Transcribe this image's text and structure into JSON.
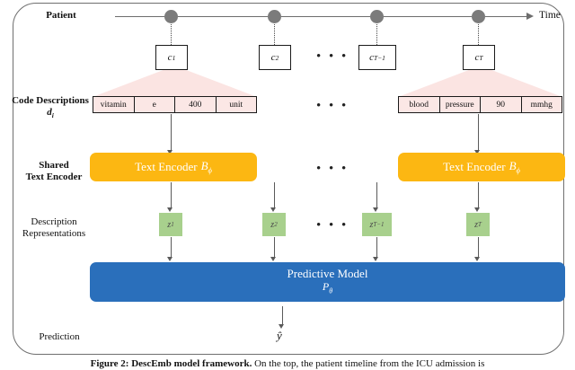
{
  "figure": {
    "caption_bold": "Figure 2: DescEmb model framework.",
    "caption_rest": " On the top, the patient timeline from the ICU admission is",
    "row_labels": {
      "patient": "Patient",
      "code_descriptions_l1": "Code Descriptions",
      "code_descriptions_l2": "d",
      "code_descriptions_sub": "i",
      "shared_encoder_l1": "Shared",
      "shared_encoder_l2": "Text Encoder",
      "description_repr_l1": "Description",
      "description_repr_l2": "Representations",
      "prediction": "Prediction"
    },
    "timeline": {
      "time_label": "Time",
      "ellipsis": "• • •",
      "dot_count": 4
    },
    "codes": [
      {
        "name": "c",
        "sub": "1"
      },
      {
        "name": "c",
        "sub": "2"
      },
      {
        "name": "c",
        "sub": "T−1"
      },
      {
        "name": "c",
        "sub": "T"
      }
    ],
    "token_strips": [
      {
        "tokens": [
          "vitamin",
          "e",
          "400",
          "unit"
        ]
      },
      {
        "tokens": [
          "blood",
          "pressure",
          "90",
          "mmhg"
        ]
      }
    ],
    "encoders": [
      {
        "label": "Text Encoder",
        "symbol": "B",
        "sub": "ϕ"
      },
      {
        "label": "Text Encoder",
        "symbol": "B",
        "sub": "ϕ"
      }
    ],
    "representations": [
      {
        "name": "z",
        "sub": "1"
      },
      {
        "name": "z",
        "sub": "2"
      },
      {
        "name": "z",
        "sub": "T−1"
      },
      {
        "name": "z",
        "sub": "T"
      }
    ],
    "predictive_model": {
      "line1": "Predictive Model",
      "symbol": "P",
      "sub": "θ"
    },
    "output": {
      "label": "ŷ"
    },
    "colors": {
      "encoder": "#fcb712",
      "predictive_model": "#2a6fbb",
      "representation": "#a8d08d",
      "token_fill": "#fbe7e5",
      "funnel": "#fbe4e2",
      "timeline": "#7b7b7b",
      "border": "#1a1a1a"
    }
  }
}
